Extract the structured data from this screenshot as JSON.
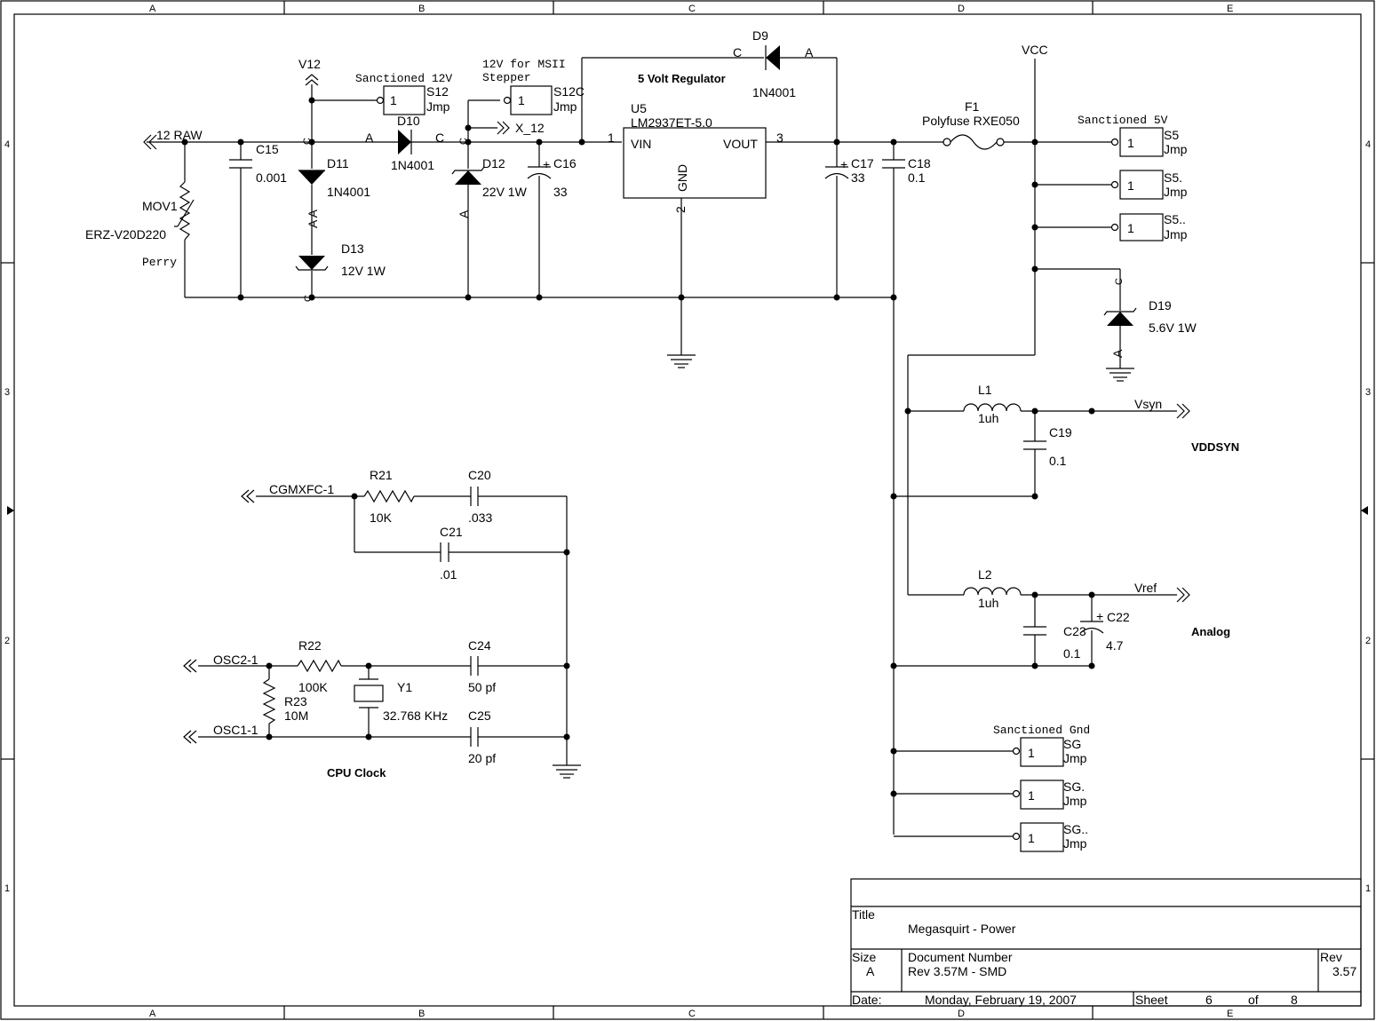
{
  "border": {
    "columns": [
      "A",
      "B",
      "C",
      "D",
      "E"
    ],
    "rows": [
      "4",
      "3",
      "2",
      "1"
    ]
  },
  "labels": {
    "raw12": "12 RAW",
    "v12": "V12",
    "sanctioned12": "Sanctioned 12V",
    "s12": "S12",
    "s12c": "S12C",
    "jmp": "Jmp",
    "pin1": "1",
    "msii": "12V for MSII",
    "stepper": "Stepper",
    "x12": "X_12",
    "reg_title": "5 Volt Regulator",
    "d9": "D9",
    "d9_part": "1N4001",
    "c_letter": "C",
    "a_letter": "A",
    "u5": "U5",
    "u5_part": "LM2937ET-5.0",
    "vin": "VIN",
    "vout": "VOUT",
    "gnd": "GND",
    "pin2": "2",
    "pin3": "3",
    "d10": "D10",
    "d10_part": "1N4001",
    "c15": "C15",
    "c15_val": "0.001",
    "d11": "D11",
    "d11_part": "1N4001",
    "aa": "A A",
    "d13": "D13",
    "d13_val": "12V 1W",
    "mov1": "MOV1",
    "mov_part": "ERZ-V20D220",
    "perry": "Perry",
    "d12": "D12",
    "d12_val": "22V 1W",
    "c16": "C16",
    "c16_val": "33",
    "c17": "C17",
    "c17_val": "33",
    "c18": "C18",
    "c18_val": "0.1",
    "plus": "+",
    "vcc": "VCC",
    "f1": "F1",
    "f1_part": "Polyfuse RXE050",
    "sanctioned5": "Sanctioned 5V",
    "s5": "S5",
    "s5a": "S5.",
    "s5b": "S5..",
    "d19": "D19",
    "d19_val": "5.6V 1W",
    "l1": "L1",
    "l1_val": "1uh",
    "vsyn": "Vsyn",
    "c19": "C19",
    "c19_val": "0.1",
    "vddsyn": "VDDSYN",
    "l2": "L2",
    "l2_val": "1uh",
    "vref": "Vref",
    "c22": "C22",
    "c22_val": "4.7",
    "c23": "C23",
    "c23_val": "0.1",
    "analog": "Analog",
    "cgmxfc": "CGMXFC-1",
    "r21": "R21",
    "r21_val": "10K",
    "c20": "C20",
    "c20_val": ".033",
    "c21": "C21",
    "c21_val": ".01",
    "osc2": "OSC2-1",
    "osc1": "OSC1-1",
    "r22": "R22",
    "r22_val": "100K",
    "r23": "R23",
    "r23_val": "10M",
    "y1": "Y1",
    "y1_val": "32.768 KHz",
    "c24": "C24",
    "c24_val": "50 pf",
    "c25": "C25",
    "c25_val": "20 pf",
    "cpu_clock": "CPU Clock",
    "sanctioned_gnd": "Sanctioned Gnd",
    "sg": "SG",
    "sga": "SG.",
    "sgb": "SG.."
  },
  "title_block": {
    "title_label": "Title",
    "title": "Megasquirt - Power",
    "size_label": "Size",
    "size": "A",
    "docnum_label": "Document Number",
    "docnum": "Rev 3.57M  - SMD",
    "rev_label": "Rev",
    "rev": "3.57",
    "date_label": "Date:",
    "date": "Monday, February 19, 2007",
    "sheet_label": "Sheet",
    "sheet": "6",
    "of_label": "of",
    "total": "8"
  }
}
